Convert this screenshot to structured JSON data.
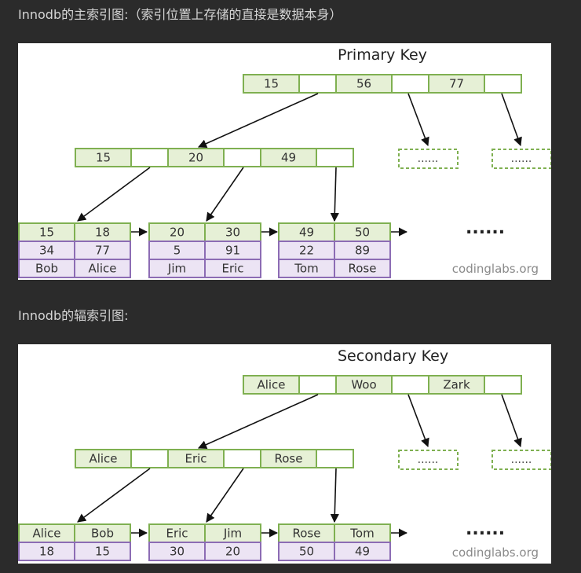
{
  "primary_heading": "Innodb的主索引图:（索引位置上存储的直接是数据本身）",
  "secondary_heading": "Innodb的辐索引图:",
  "colors": {
    "key_fill": "#e6f0d6",
    "key_border": "#7fb051",
    "data_fill": "#ece4f4",
    "data_border": "#8c6cb4"
  },
  "primary": {
    "title": "Primary Key",
    "root": [
      "15",
      "56",
      "77"
    ],
    "level2": [
      "15",
      "20",
      "49"
    ],
    "placeholder": "......",
    "leaves": [
      {
        "keys": [
          "15",
          "18"
        ],
        "rows": [
          [
            "34",
            "77"
          ],
          [
            "Bob",
            "Alice"
          ]
        ]
      },
      {
        "keys": [
          "20",
          "30"
        ],
        "rows": [
          [
            "5",
            "91"
          ],
          [
            "Jim",
            "Eric"
          ]
        ]
      },
      {
        "keys": [
          "49",
          "50"
        ],
        "rows": [
          [
            "22",
            "89"
          ],
          [
            "Tom",
            "Rose"
          ]
        ]
      }
    ],
    "ellipsis": "......",
    "watermark": "codinglabs.org"
  },
  "secondary": {
    "title": "Secondary Key",
    "root": [
      "Alice",
      "Woo",
      "Zark"
    ],
    "level2": [
      "Alice",
      "Eric",
      "Rose"
    ],
    "placeholder": "......",
    "leaves": [
      {
        "keys": [
          "Alice",
          "Bob"
        ],
        "rows": [
          [
            "18",
            "15"
          ]
        ]
      },
      {
        "keys": [
          "Eric",
          "Jim"
        ],
        "rows": [
          [
            "30",
            "20"
          ]
        ]
      },
      {
        "keys": [
          "Rose",
          "Tom"
        ],
        "rows": [
          [
            "50",
            "49"
          ]
        ]
      }
    ],
    "ellipsis": "......",
    "watermark": "codinglabs.org"
  }
}
